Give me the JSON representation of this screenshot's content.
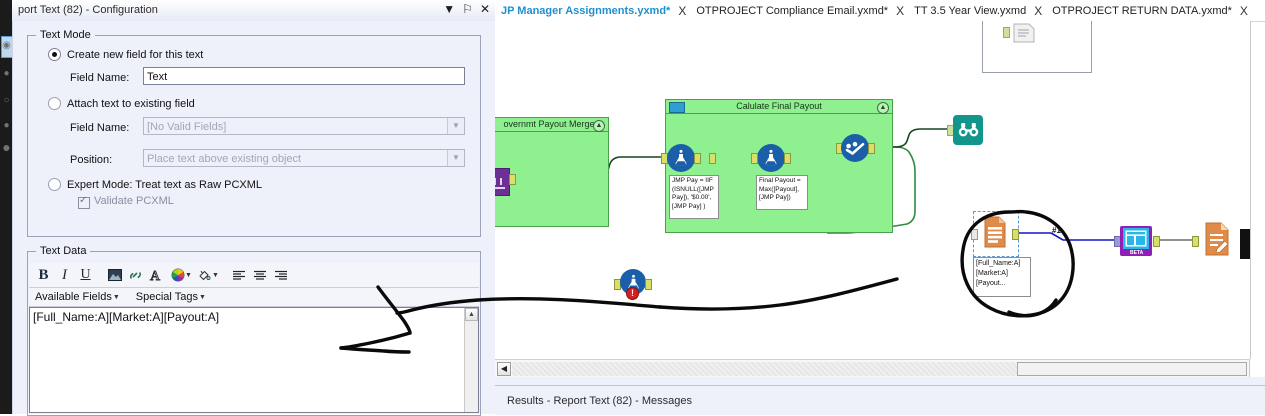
{
  "window": {
    "config_title": "port Text (82) - Configuration",
    "buttons": {
      "dropdown": "▼",
      "pin": "⚐",
      "close": "✕"
    }
  },
  "config": {
    "text_mode": {
      "legend": "Text Mode",
      "option_create": {
        "label": "Create new field for this text",
        "selected": true
      },
      "field_name_label": "Field Name:",
      "field_name_value": "Text",
      "option_attach": {
        "label": "Attach text to existing field",
        "selected": false
      },
      "attach_field_name_label": "Field Name:",
      "attach_field_name_value": "[No Valid Fields]",
      "position_label": "Position:",
      "position_value": "Place text above existing object",
      "option_expert": {
        "label": "Expert Mode: Treat text as Raw PCXML",
        "selected": false
      },
      "validate_label": "Validate PCXML",
      "validate_checked": true
    },
    "text_data": {
      "legend": "Text Data",
      "toolbar": [
        {
          "name": "bold",
          "glyph": "B"
        },
        {
          "name": "italic",
          "glyph": "I"
        },
        {
          "name": "underline",
          "glyph": "U"
        },
        {
          "name": "insert-image",
          "glyph": "ὛB"
        },
        {
          "name": "insert-link",
          "glyph": "ὑ7"
        },
        {
          "name": "font",
          "glyph": "A"
        },
        {
          "name": "text-color",
          "glyph": "●"
        },
        {
          "name": "fill-color",
          "glyph": "὘C"
        },
        {
          "name": "align-left",
          "glyph": "≡"
        },
        {
          "name": "align-center",
          "glyph": "≡"
        },
        {
          "name": "align-right",
          "glyph": "≡"
        }
      ],
      "available_fields_label": "Available Fields",
      "special_tags_label": "Special Tags",
      "editor_value": "[Full_Name:A][Market:A][Payout:A]"
    }
  },
  "tabs": [
    {
      "label": "JP Manager Assignments.yxmd*",
      "active": true,
      "close": "X"
    },
    {
      "label": "OTPROJECT Compliance Email.yxmd*",
      "active": false,
      "close": "X"
    },
    {
      "label": "TT 3.5 Year View.yxmd",
      "active": false,
      "close": "X"
    },
    {
      "label": "OTPROJECT RETURN DATA.yxmd*",
      "active": false,
      "close": "X"
    }
  ],
  "canvas": {
    "containers": [
      {
        "title": "overnmt Payout Merge",
        "collapse": "▲"
      },
      {
        "title": "Calulate Final Payout",
        "collapse": "▲"
      }
    ],
    "annotations": [
      {
        "name": "formula-1-annotation",
        "text": "JMP Pay = IIF\n(ISNULL([JMP\nPay]), '$0.00',\n[JMP Pay] )"
      },
      {
        "name": "formula-2-annotation",
        "text": "Final Payout =\nMax([Payout],\n[JMP Pay])"
      },
      {
        "name": "report-text-annotation",
        "text": "[Full_Name:A]\n[Market:A]\n[Payout..."
      }
    ],
    "connection_label": "#1",
    "error_badge": "!"
  },
  "bottom": {
    "scroll_left": "◀",
    "results_title": "Results - Report Text (82) - Messages"
  },
  "colors": {
    "container_green": "#8ef08e",
    "tool_blue": "#1a5fa8",
    "browse_teal": "#12968c",
    "report_orange": "#e08b49",
    "active_tab": "#1f8fd0",
    "error_red": "#d02020",
    "selection_blue": "#5b9bd5"
  }
}
